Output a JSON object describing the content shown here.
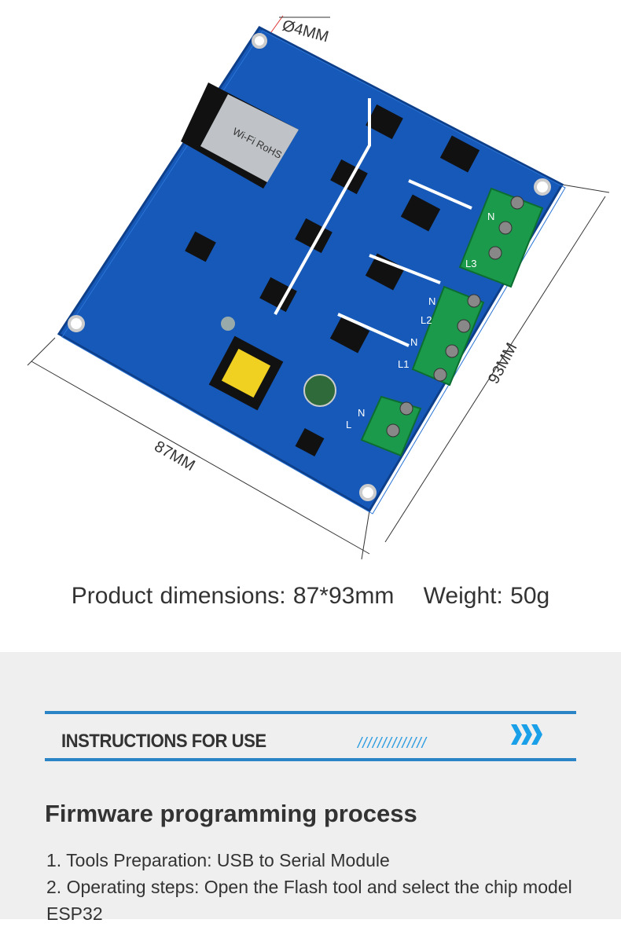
{
  "product_image": {
    "hole_label": "Ø4MM",
    "width_label": "87MM",
    "height_label": "93MM",
    "terminal_labels": [
      "N",
      "L3",
      "N",
      "L2",
      "N",
      "L1",
      "L",
      "N"
    ],
    "module_text": "Wi-Fi RoHS"
  },
  "specs": {
    "dimensions": "Product dimensions: 87*93mm",
    "weight": "Weight: 50g"
  },
  "section_header": {
    "title": "INSTRUCTIONS FOR USE",
    "decoration": "//////////////",
    "accent_color": "#2a84c6"
  },
  "firmware": {
    "title": "Firmware programming process",
    "steps": [
      "1. Tools Preparation: USB to Serial Module",
      "2. Operating steps: Open the Flash tool and select the chip model ESP32"
    ]
  }
}
